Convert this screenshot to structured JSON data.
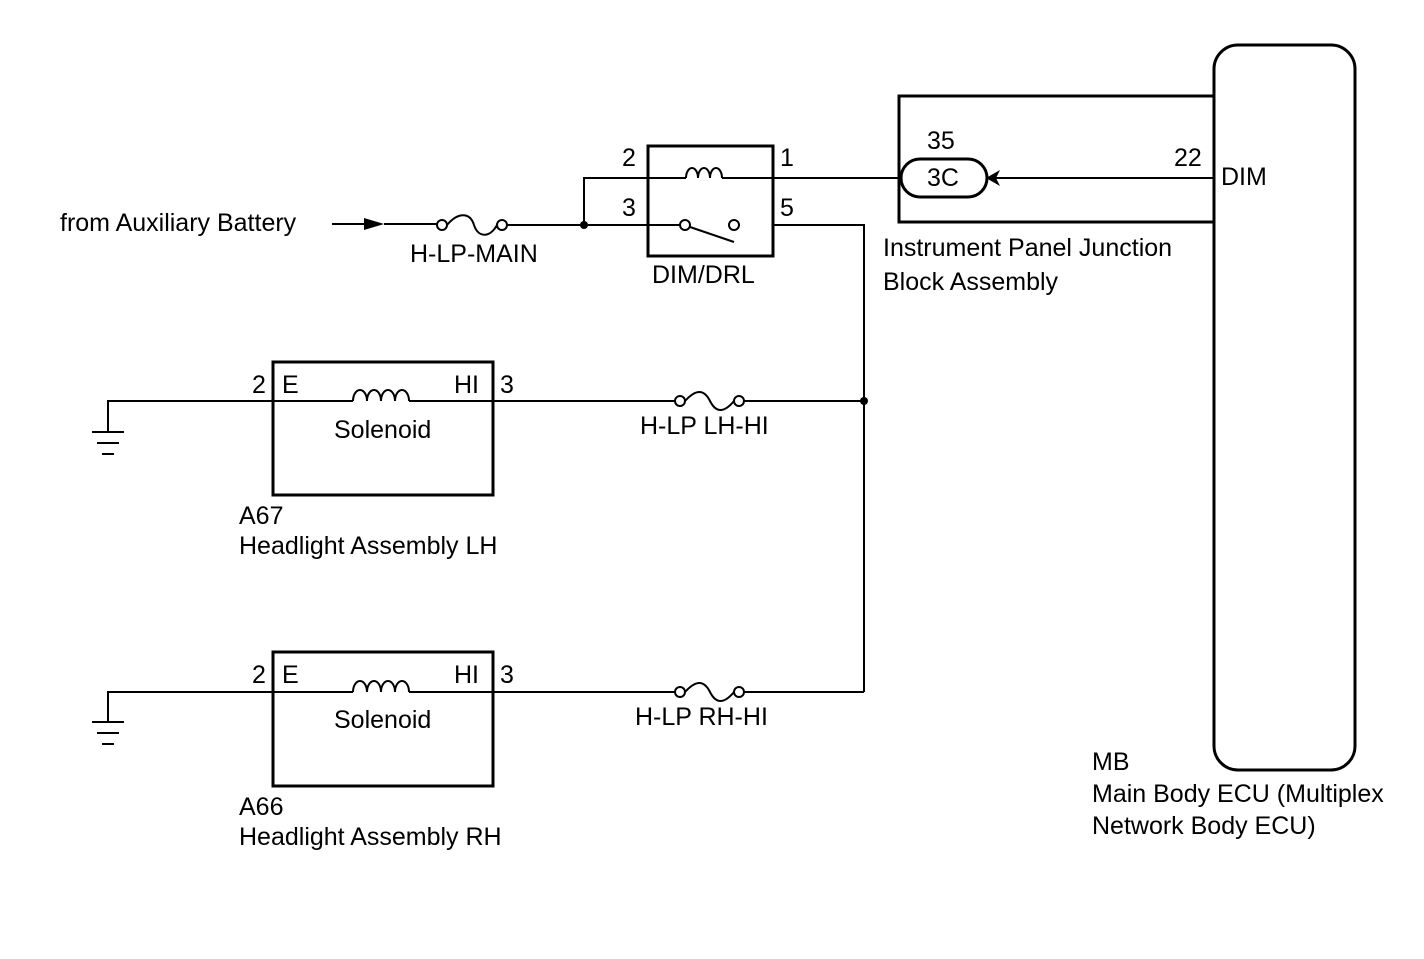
{
  "source": {
    "label": "from Auxiliary Battery"
  },
  "fuses": {
    "main": "H-LP-MAIN",
    "lh_hi": "H-LP LH-HI",
    "rh_hi": "H-LP RH-HI"
  },
  "relay": {
    "name": "DIM/DRL",
    "pins": {
      "coil_in": "2",
      "coil_out": "1",
      "switch_in": "3",
      "switch_out": "5"
    }
  },
  "junction_block": {
    "name_line1": "Instrument Panel Junction",
    "name_line2": "Block Assembly",
    "pin": "35",
    "connector": "3C"
  },
  "ecu": {
    "code": "MB",
    "name_line1": "Main Body ECU (Multiplex",
    "name_line2": "Network Body ECU)",
    "pin": "22",
    "terminal": "DIM"
  },
  "headlight_lh": {
    "code": "A67",
    "name": "Headlight Assembly LH",
    "component": "Solenoid",
    "pin_e": "2",
    "label_e": "E",
    "pin_hi": "3",
    "label_hi": "HI"
  },
  "headlight_rh": {
    "code": "A66",
    "name": "Headlight Assembly RH",
    "component": "Solenoid",
    "pin_e": "2",
    "label_e": "E",
    "pin_hi": "3",
    "label_hi": "HI"
  }
}
